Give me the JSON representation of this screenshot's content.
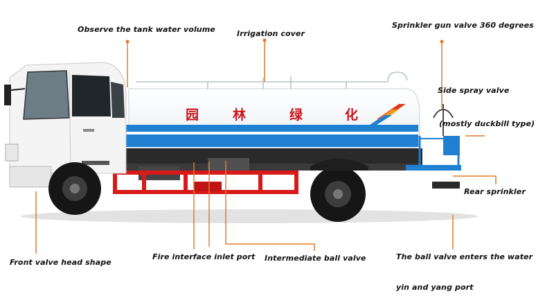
{
  "labels": {
    "observe_volume": "Observe the tank water volume",
    "irrigation_cover": "Irrigation cover",
    "sprinkler_gun": "Sprinkler gun valve 360 degrees",
    "side_spray": "Side spray valve",
    "duckbill": "(mostly duckbill type)",
    "rear_sprinkler": "Rear sprinkler",
    "front_valve": "Front valve head shape",
    "fire_interface": "Fire interface inlet port",
    "intermediate_ball": "Intermediate ball valve",
    "ball_valve_enters": "The ball valve enters the water",
    "yin_yang": "yin and yang port"
  },
  "tank": {
    "characters": [
      "园",
      "林",
      "绿",
      "化"
    ]
  },
  "colors": {
    "tank_blue": "#1f7fd1",
    "tank_white": "#fafafa",
    "frame_red": "#d81a1a",
    "leader_orange": "#e07a2a",
    "text_red": "#c8141e"
  }
}
